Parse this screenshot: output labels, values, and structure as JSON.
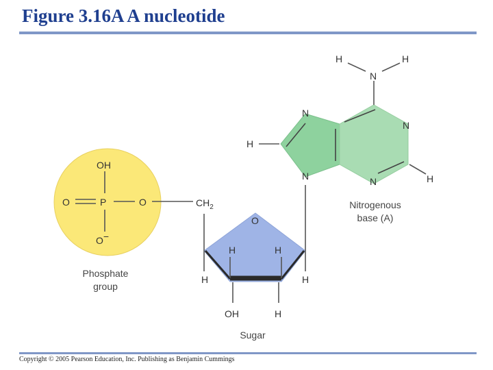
{
  "title": "Figure 3.16A A nucleotide",
  "footer": "Copyright © 2005 Pearson Education, Inc. Publishing as Benjamin Cummings",
  "colors": {
    "title": "#1f3f8f",
    "rule": "#7f97c7",
    "phosphate_fill": "#fbe878",
    "base_fill": "#8ed29e",
    "sugar_fill": "#9fb4e6",
    "sugar_edge": "#2a2a2a"
  },
  "phosphate": {
    "oh": "OH",
    "o_left": "O",
    "p": "P",
    "o_right": "O",
    "o_minus": "O",
    "minus": "−",
    "label_line1": "Phosphate",
    "label_line2": "group"
  },
  "sugar": {
    "ch2_main": "CH",
    "ch2_sub": "2",
    "ring_o": "O",
    "h_top_left": "H",
    "h_top_right": "H",
    "h_left": "H",
    "h_right": "H",
    "oh_bottom": "OH",
    "h_bottom": "H",
    "label": "Sugar"
  },
  "base": {
    "h_top_left": "H",
    "h_top_right": "H",
    "amino_n": "N",
    "n_top": "N",
    "n_right": "N",
    "h_left": "H",
    "n_bottom_left": "N",
    "n_bottom_right": "N",
    "h_far_right": "H",
    "label_line1": "Nitrogenous",
    "label_line2": "base (A)"
  }
}
